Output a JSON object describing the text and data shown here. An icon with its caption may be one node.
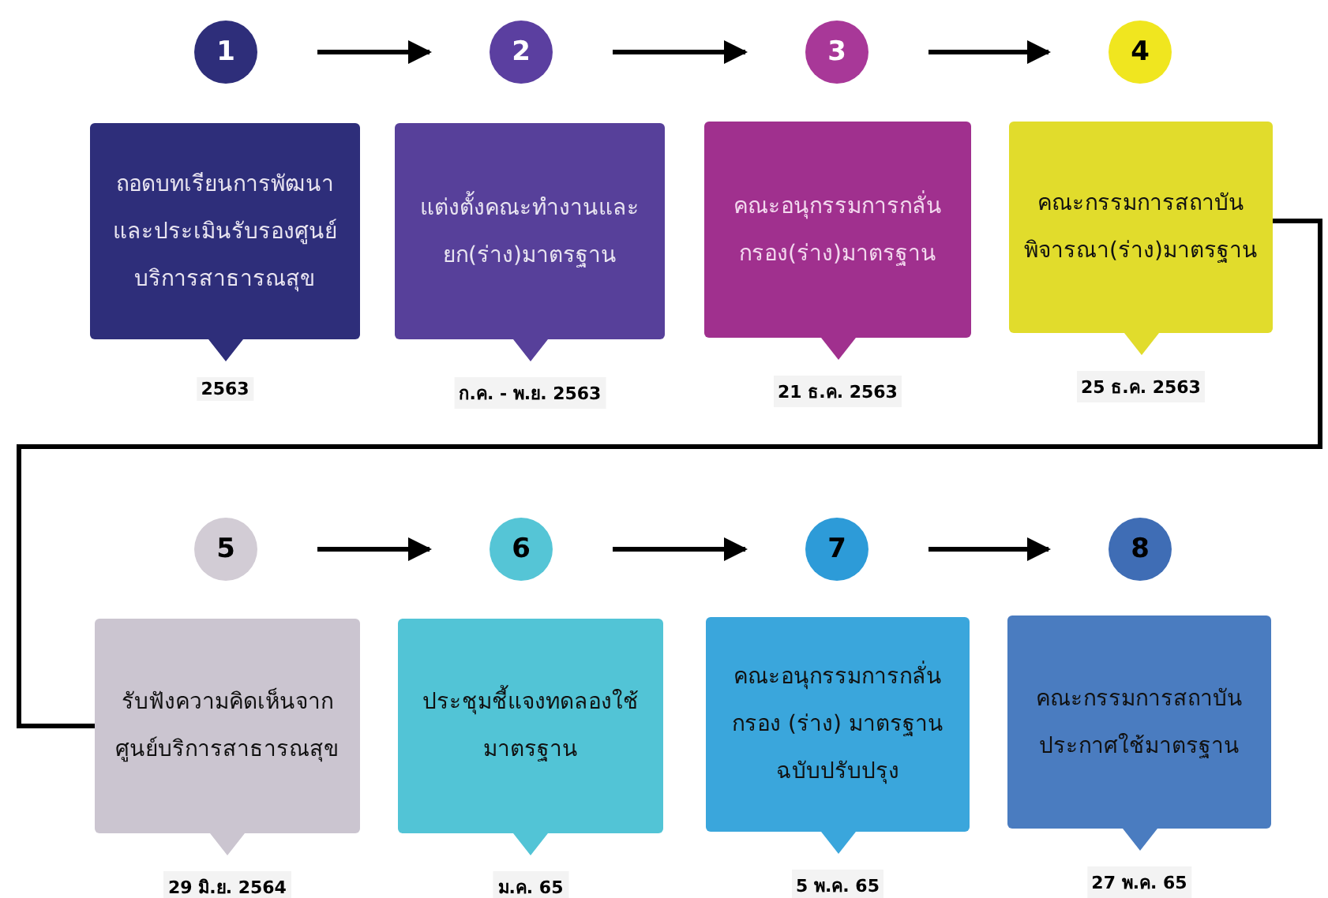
{
  "diagram": {
    "nodes": [
      {
        "text": [
          "1"
        ]
      },
      {
        "text": [
          "2"
        ]
      },
      {
        "text": [
          "3"
        ]
      },
      {
        "text": [
          "4"
        ]
      },
      {
        "text": [
          "5"
        ]
      },
      {
        "text": [
          "6"
        ]
      },
      {
        "text": [
          "7"
        ]
      },
      {
        "text": [
          "8"
        ]
      },
      {
        "text": [
          "ถอดบทเรียนการพัฒนาและประเมินรับรองศูนย์บริการสาธารณสุข"
        ],
        "beside": [
          "2563"
        ]
      },
      {
        "text": [
          "แต่งตั้งคณะทำงานและยก(ร่าง)มาตรฐาน"
        ],
        "beside": [
          "ก.ค. - พ.ย. 2563"
        ]
      },
      {
        "text": [
          "คณะอนุกรรมการกลั่นกรอง(ร่าง)มาตรฐาน"
        ],
        "beside": [
          "21 ธ.ค. 2563"
        ]
      },
      {
        "text": [
          "คณะกรรมการสถาบันพิจารณา(ร่าง)มาตรฐาน"
        ],
        "beside": [
          "25 ธ.ค. 2563"
        ]
      },
      {
        "text": [
          "รับฟังความคิดเห็นจากศูนย์บริการสาธารณสุข"
        ],
        "beside": [
          "29 มิ.ย. 2564"
        ]
      },
      {
        "text": [
          "ประชุมชี้แจงทดลองใช้มาตรฐาน"
        ],
        "beside": [
          "ม.ค. 65"
        ]
      },
      {
        "text": [
          "คณะอนุกรรมการกลั่นกรอง (ร่าง) มาตรฐานฉบับปรับปรุง"
        ],
        "beside": [
          "5 พ.ค. 65"
        ]
      },
      {
        "text": [
          "คณะกรรมการสถาบันประกาศใช้มาตรฐาน"
        ],
        "beside": [
          "27 พ.ค. 65"
        ]
      }
    ],
    "edges": [
      {
        "from": 0,
        "to": 1,
        "arrow": "to"
      },
      {
        "from": 1,
        "to": 2,
        "arrow": "to"
      },
      {
        "from": 2,
        "to": 3,
        "arrow": "to"
      },
      {
        "from": 4,
        "to": 5,
        "arrow": "to"
      },
      {
        "from": 5,
        "to": 6,
        "arrow": "to"
      },
      {
        "from": 6,
        "to": 7,
        "arrow": "to"
      },
      {
        "from": 11,
        "to": 12,
        "arrow": "none"
      }
    ]
  }
}
